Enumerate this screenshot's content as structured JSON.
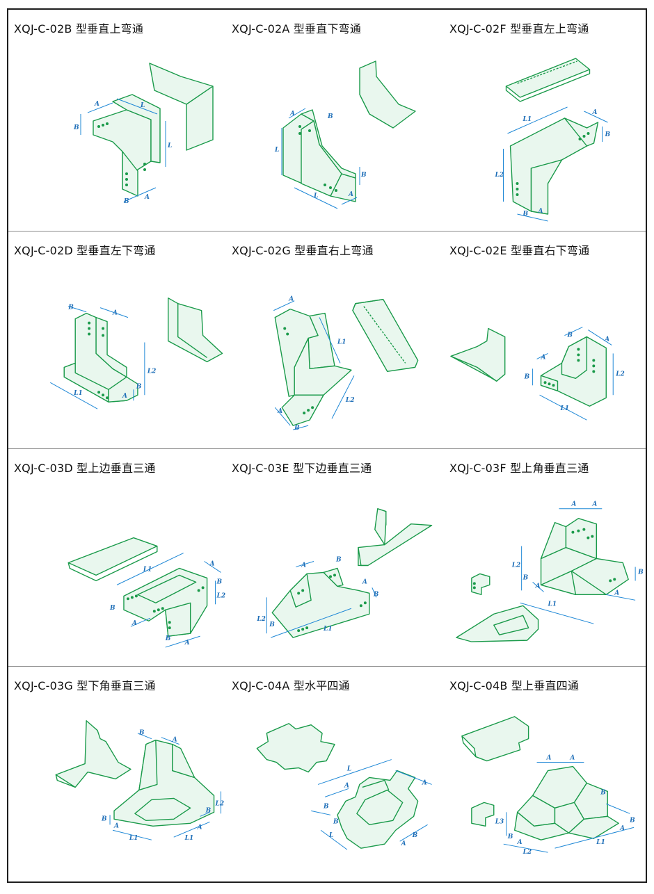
{
  "colors": {
    "line": "#1a9a4a",
    "dim": "#1f88d6",
    "border": "#1e1e1e",
    "divider": "#8a8a8a"
  },
  "rows": [
    {
      "items": [
        {
          "code": "XQJ-C-02B 型垂直上弯通",
          "dims": [
            "A",
            "B",
            "L",
            "L",
            "A",
            "B"
          ]
        },
        {
          "code": "XQJ-C-02A 型垂直下弯通",
          "dims": [
            "A",
            "B",
            "L",
            "L",
            "B",
            "A"
          ]
        },
        {
          "code": "XQJ-C-02F 型垂直左上弯通",
          "dims": [
            "L1",
            "A",
            "B",
            "L2",
            "B",
            "A"
          ]
        }
      ]
    },
    {
      "items": [
        {
          "code": "XQJ-C-02D 型垂直左下弯通",
          "dims": [
            "B",
            "A",
            "L2",
            "L1",
            "A",
            "B"
          ]
        },
        {
          "code": "XQJ-C-02G 型垂直右上弯通",
          "dims": [
            "A",
            "L1",
            "L2",
            "A",
            "B"
          ]
        },
        {
          "code": "XQJ-C-02E 型垂直右下弯通",
          "dims": [
            "B",
            "A",
            "A",
            "B",
            "L2",
            "L1"
          ]
        }
      ]
    },
    {
      "items": [
        {
          "code": "XQJ-C-03D 型上边垂直三通",
          "dims": [
            "L1",
            "A",
            "B",
            "L2",
            "B",
            "A",
            "B",
            "A"
          ]
        },
        {
          "code": "XQJ-C-03E 型下边垂直三通",
          "dims": [
            "A",
            "B",
            "A",
            "B",
            "L2",
            "B",
            "L1"
          ]
        },
        {
          "code": "XQJ-C-03F 型上角垂直三通",
          "dims": [
            "A",
            "A",
            "L2",
            "B",
            "A",
            "L1",
            "A",
            "B"
          ]
        }
      ]
    },
    {
      "items": [
        {
          "code": "XQJ-C-03G 型下角垂直三通",
          "dims": [
            "B",
            "A",
            "L2",
            "B",
            "A",
            "L1",
            "L1",
            "A",
            "B"
          ]
        },
        {
          "code": "XQJ-C-04A 型水平四通",
          "dims": [
            "L",
            "A",
            "A",
            "B",
            "B",
            "L",
            "A",
            "B"
          ]
        },
        {
          "code": "XQJ-C-04B 型上垂直四通",
          "dims": [
            "A",
            "A",
            "B",
            "L3",
            "B",
            "A",
            "L2",
            "L1",
            "A",
            "B"
          ]
        }
      ]
    }
  ]
}
